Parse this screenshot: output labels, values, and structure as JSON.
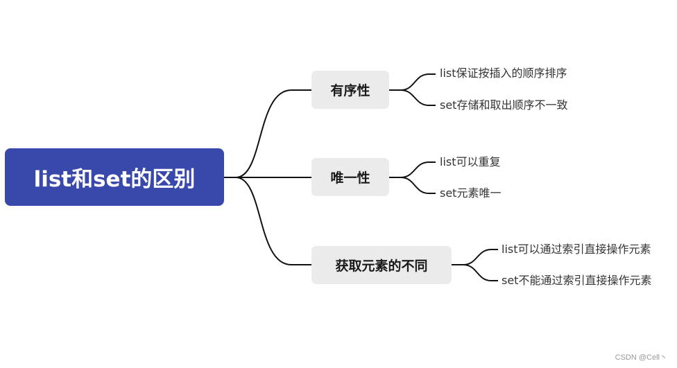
{
  "root": {
    "label": "list和set的区别",
    "color": "#3949ab"
  },
  "branches": [
    {
      "label": "有序性",
      "leaves": [
        "list保证按插入的顺序排序",
        "set存储和取出顺序不一致"
      ]
    },
    {
      "label": "唯一性",
      "leaves": [
        "list可以重复",
        "set元素唯一"
      ]
    },
    {
      "label": "获取元素的不同",
      "leaves": [
        "list可以通过索引直接操作元素",
        "set不能通过索引直接操作元素"
      ]
    }
  ],
  "watermark": "CSDN @Cell丶"
}
